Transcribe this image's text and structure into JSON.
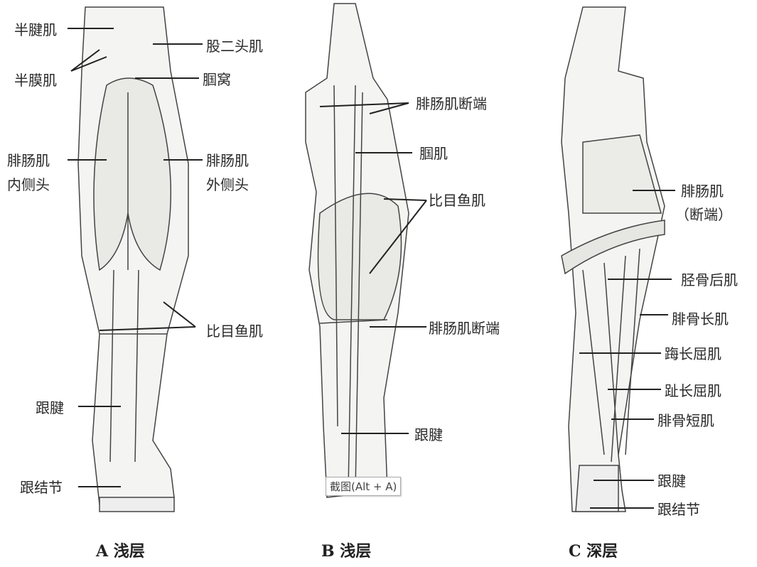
{
  "panel_a": {
    "caption": "A 浅层",
    "labels": {
      "semitendinosus": "半腱肌",
      "semimembranosus": "半膜肌",
      "biceps_femoris": "股二头肌",
      "popliteal_fossa": "腘窝",
      "gastro_medial_1": "腓肠肌",
      "gastro_medial_2": "内侧头",
      "gastro_lateral_1": "腓肠肌",
      "gastro_lateral_2": "外侧头",
      "soleus": "比目鱼肌",
      "achilles": "跟腱",
      "calcaneal_tuber": "跟结节"
    }
  },
  "panel_b": {
    "caption": "B 浅层",
    "labels": {
      "gastro_cut_top": "腓肠肌断端",
      "popliteus": "腘肌",
      "soleus": "比目鱼肌",
      "gastro_cut_bottom": "腓肠肌断端",
      "achilles": "跟腱"
    }
  },
  "panel_c": {
    "caption": "C 深层",
    "labels": {
      "gastro_cut_1": "腓肠肌",
      "gastro_cut_2": "（断端）",
      "tibialis_posterior": "胫骨后肌",
      "peroneus_longus": "腓骨长肌",
      "fhl": "踇长屈肌",
      "fdl": "趾长屈肌",
      "peroneus_brevis": "腓骨短肌",
      "achilles": "跟腱",
      "calcaneal_tuber": "跟结节"
    }
  },
  "tooltip": "截图(Alt + A)"
}
